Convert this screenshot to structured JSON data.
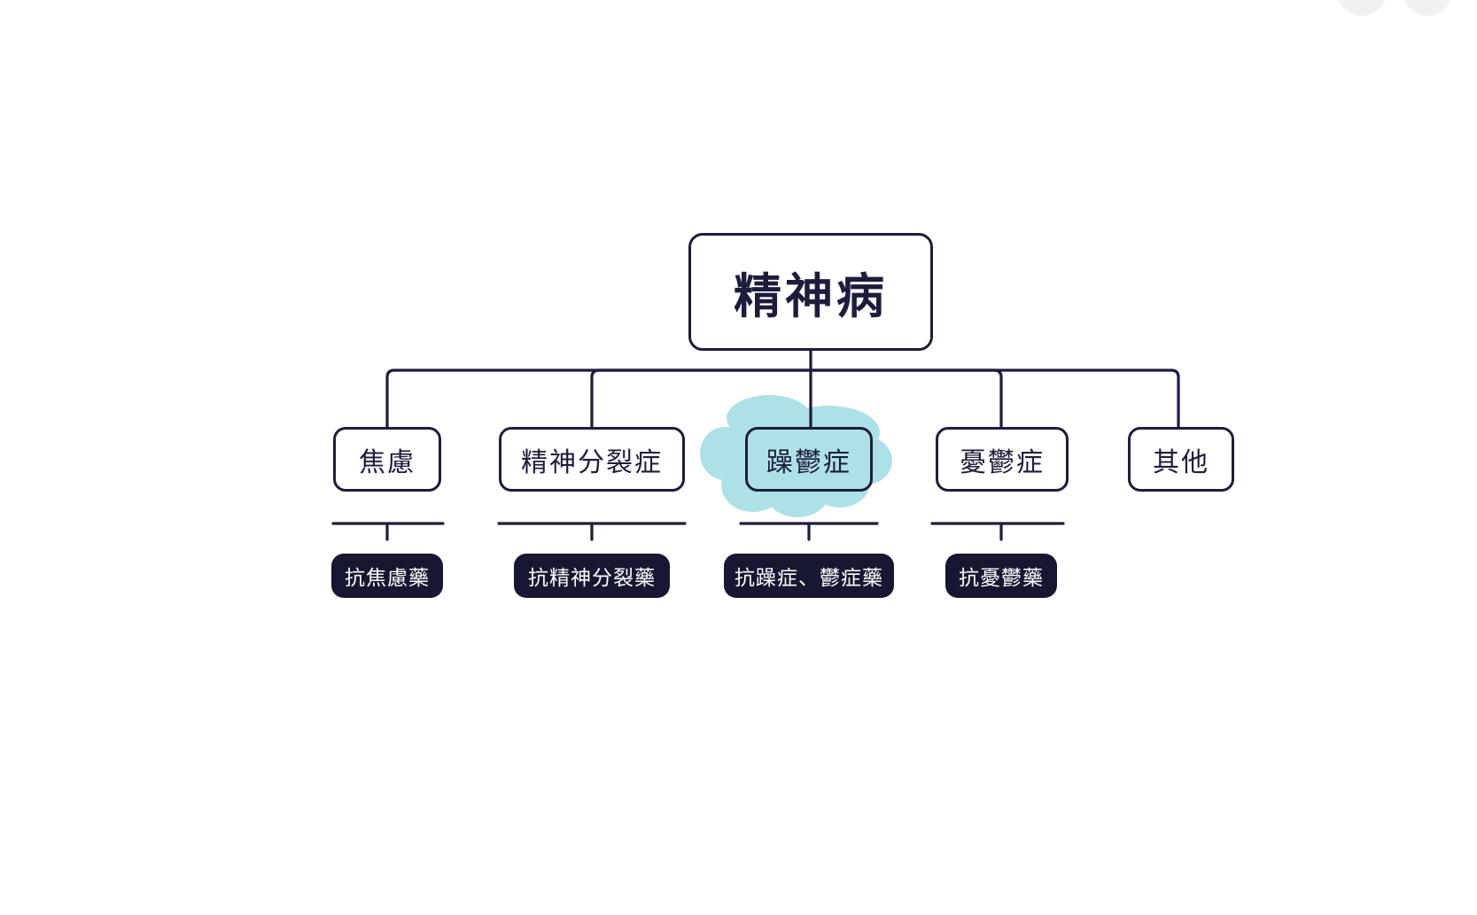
{
  "diagram": {
    "root": {
      "label": "精神病"
    },
    "children": [
      {
        "id": "anxiety",
        "label": "焦慮",
        "highlighted": false
      },
      {
        "id": "schizophrenia",
        "label": "精神分裂症",
        "highlighted": false
      },
      {
        "id": "bipolar",
        "label": "躁鬱症",
        "highlighted": true
      },
      {
        "id": "depression",
        "label": "憂鬱症",
        "highlighted": false
      },
      {
        "id": "other",
        "label": "其他",
        "highlighted": false
      }
    ],
    "treatments": [
      {
        "id": "anti-anxiety",
        "label": "抗焦慮藥",
        "parent": "焦慮"
      },
      {
        "id": "anti-schizophrenia",
        "label": "抗精神分裂藥",
        "parent": "精神分裂症"
      },
      {
        "id": "anti-bipolar",
        "label": "抗躁症、鬱症藥",
        "parent": "躁鬱症"
      },
      {
        "id": "anti-depressant",
        "label": "抗憂鬱藥",
        "parent": "憂鬱症"
      }
    ],
    "colors": {
      "background": "#ffffff",
      "line": "#1d1d3b",
      "node_border": "#1d1d3b",
      "node_fill": "#ffffff",
      "treatment_fill": "#171732",
      "treatment_text": "#ffffff",
      "highlight": "#aee1e6"
    }
  },
  "toolbar": {
    "buttons": [
      {
        "icon": "circle-button-icon"
      },
      {
        "icon": "circle-button-icon"
      }
    ]
  }
}
